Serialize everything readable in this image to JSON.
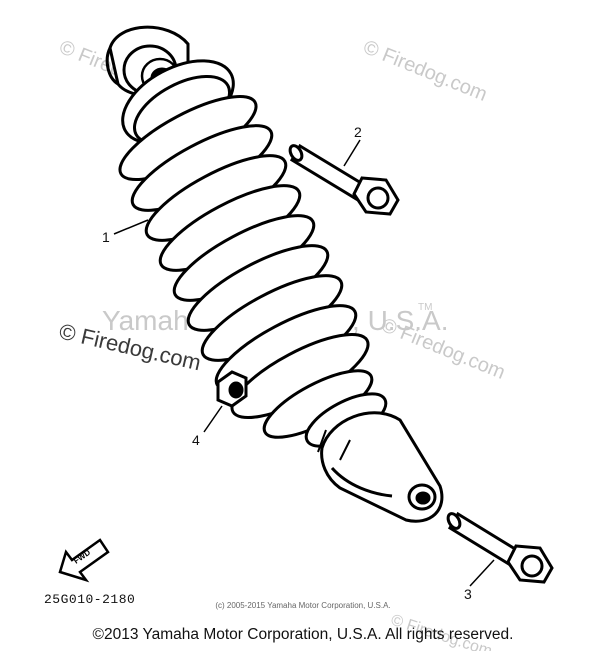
{
  "callouts": {
    "c1": "1",
    "c2": "2",
    "c3": "3",
    "c4": "4"
  },
  "fwd_label": "FWD",
  "part_code": "25G010-2180",
  "watermarks": {
    "firedog_small": "© Firedog.com",
    "firedog_main": "© Firedog.com",
    "yamaha_center": "Yamaha Motor Corp, U.S.A.",
    "tm": "TM"
  },
  "small_copyright": "(c) 2005-2015 Yamaha Motor Corporation, U.S.A.",
  "footer_copyright": "©2013 Yamaha Motor Corporation, U.S.A. All rights reserved."
}
